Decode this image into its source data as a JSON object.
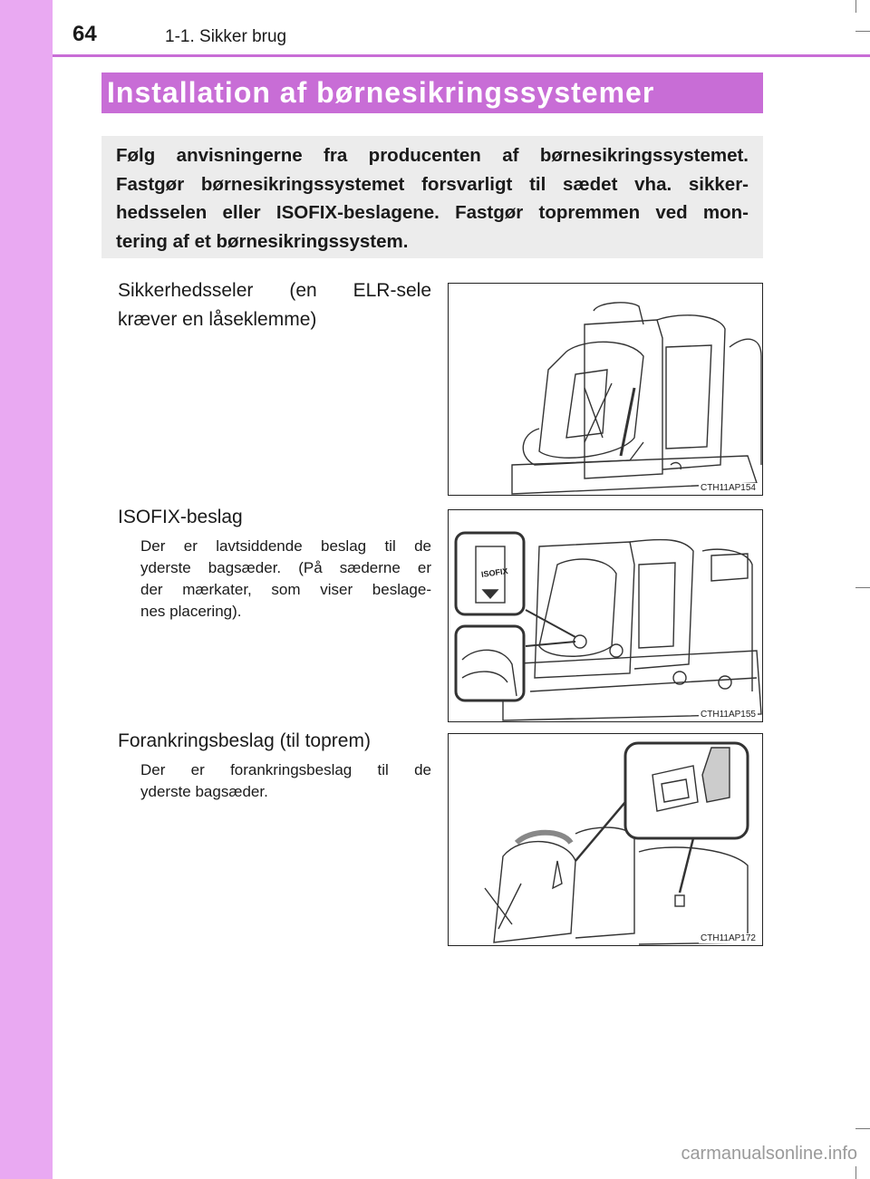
{
  "header": {
    "page_number": "64",
    "section": "1-1. Sikker brug"
  },
  "title": "Installation af børnesikringssystemer",
  "intro_lines": [
    "Følg anvisningerne fra producenten af børnesikringssystemet.",
    "Fastgør børnesikringssystemet forsvarligt til sædet vha. sikker-",
    "hedsselen eller ISOFIX-beslagene. Fastgør topremmen ved mon-",
    "tering af et børnesikringssystem."
  ],
  "items": [
    {
      "title_lines": [
        "Sikkerhedsseler (en ELR-sele",
        "kræver en låseklemme)"
      ],
      "desc_lines": []
    },
    {
      "title_lines": [
        "ISOFIX-beslag"
      ],
      "desc_lines": [
        "Der er lavtsiddende beslag til de",
        "yderste bagsæder. (På sæderne er",
        "der mærkater, som viser beslage-",
        "nes placering)."
      ]
    },
    {
      "title_lines": [
        "Forankringsbeslag (til toprem)"
      ],
      "desc_lines": [
        "Der er forankringsbeslag til de",
        "yderste bagsæder."
      ]
    }
  ],
  "figures": [
    {
      "label": "CTH11AP154"
    },
    {
      "label": "CTH11AP155",
      "tag_text": "ISOFIX"
    },
    {
      "label": "CTH11AP172"
    }
  ],
  "watermark": "carmanualsonline.info",
  "colors": {
    "accent": "#c86dd6",
    "side_tab": "#e9a9f2",
    "intro_bg": "#ececec"
  }
}
